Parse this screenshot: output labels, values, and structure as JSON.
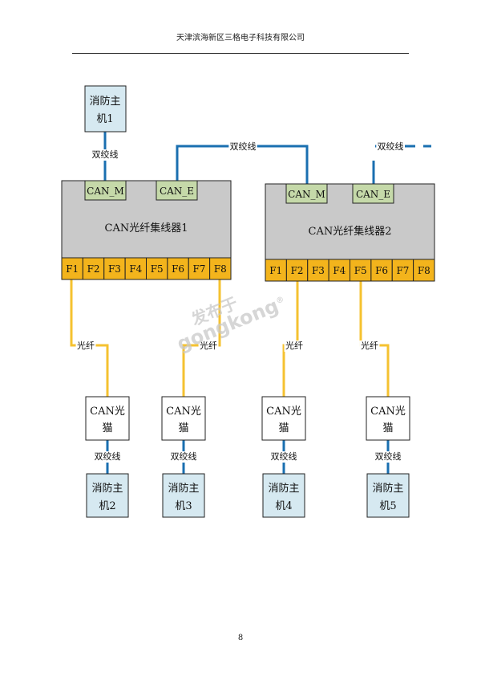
{
  "header": {
    "company": "天津滨海新区三格电子科技有限公司"
  },
  "footer": {
    "page_number": "8"
  },
  "watermark": {
    "line1": "发布于",
    "line2": "gongkong",
    "mark": "®"
  },
  "colors": {
    "host_fill": "#d6e9f1",
    "module_fill": "#c5d9a9",
    "hub_fill": "#c9c9c9",
    "port_fill": "#f3b41c",
    "twisted_pair_line": "#1a6fb0",
    "fiber_line": "#f5c230"
  },
  "diagram": {
    "top_host": {
      "line1": "消防主",
      "line2": "机1"
    },
    "hubs": [
      {
        "name": "CAN光纤集线器1",
        "module_m": "CAN_M",
        "module_e": "CAN_E",
        "ports": [
          "F1",
          "F2",
          "F3",
          "F4",
          "F5",
          "F6",
          "F7",
          "F8"
        ]
      },
      {
        "name": "CAN光纤集线器2",
        "module_m": "CAN_M",
        "module_e": "CAN_E",
        "ports": [
          "F1",
          "F2",
          "F3",
          "F4",
          "F5",
          "F6",
          "F7",
          "F8"
        ]
      }
    ],
    "cable_labels": {
      "twisted_pair": "双绞线",
      "fiber": "光纤"
    },
    "converters": [
      {
        "line1": "CAN光",
        "line2": "猫"
      },
      {
        "line1": "CAN光",
        "line2": "猫"
      },
      {
        "line1": "CAN光",
        "line2": "猫"
      },
      {
        "line1": "CAN光",
        "line2": "猫"
      }
    ],
    "bottom_hosts": [
      {
        "line1": "消防主",
        "line2": "机2"
      },
      {
        "line1": "消防主",
        "line2": "机3"
      },
      {
        "line1": "消防主",
        "line2": "机4"
      },
      {
        "line1": "消防主",
        "line2": "机5"
      }
    ]
  }
}
